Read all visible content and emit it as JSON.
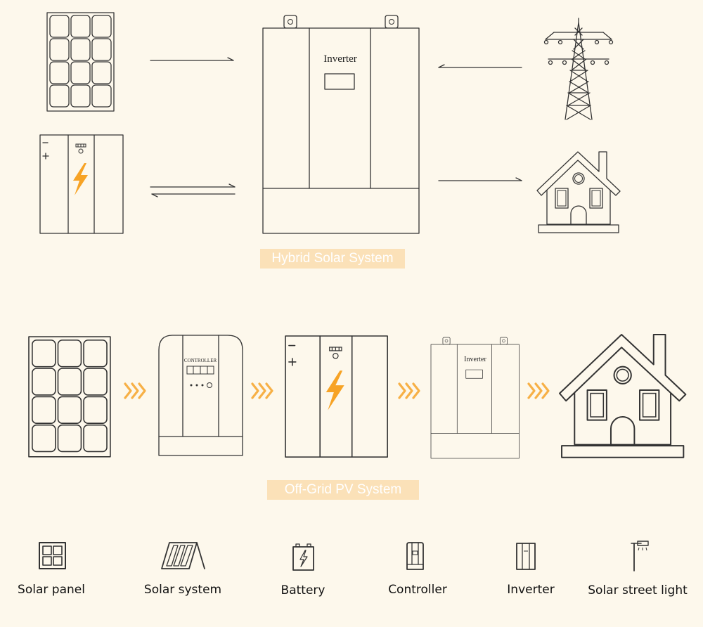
{
  "hybrid": {
    "inverter_label": "Inverter",
    "caption": "Hybrid Solar System"
  },
  "offgrid": {
    "controller_label": "CONTROLLER",
    "inverter_label": "Inverter",
    "caption": "Off-Grid PV System"
  },
  "legend": [
    {
      "icon": "solar-panel-icon",
      "label": "Solar panel"
    },
    {
      "icon": "solar-system-icon",
      "label": "Solar system"
    },
    {
      "icon": "battery-icon",
      "label": "Battery"
    },
    {
      "icon": "controller-icon",
      "label": "Controller"
    },
    {
      "icon": "inverter-icon",
      "label": "Inverter"
    },
    {
      "icon": "solar-street-light-icon",
      "label": "Solar street light"
    }
  ],
  "colors": {
    "background": "#fdf8ec",
    "accent": "#f7a325",
    "caption_bg": "#fbe1b8",
    "chevron": "#f7b046",
    "line": "#333333"
  }
}
